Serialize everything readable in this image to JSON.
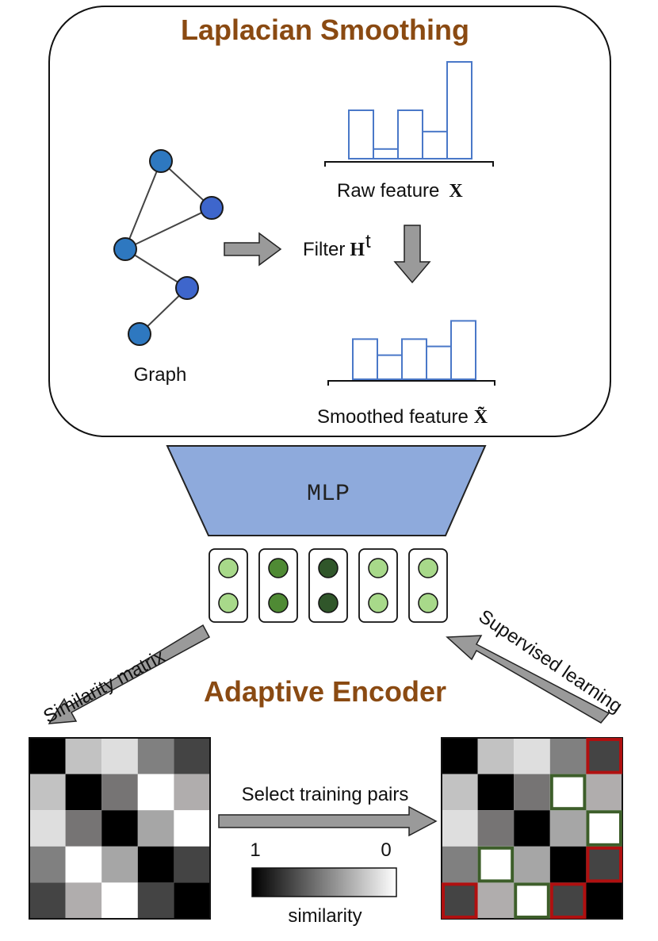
{
  "top_section": {
    "title": "Laplacian Smoothing",
    "graph_label": "Graph",
    "raw_label": "Raw feature",
    "raw_symbol": "X",
    "filter_label": "Filter",
    "filter_symbol": "H",
    "filter_superscript": "t",
    "smoothed_label": "Smoothed feature",
    "smoothed_symbol": "X̃",
    "raw_bars": [
      0.5,
      0.1,
      0.5,
      0.28,
      1.0
    ],
    "smoothed_bars": [
      0.55,
      0.33,
      0.55,
      0.45,
      0.8
    ]
  },
  "mlp": {
    "label": "MLP",
    "color": "#8eaadc"
  },
  "embeddings": {
    "columns": [
      {
        "color": "#a8d98a"
      },
      {
        "color": "#4f8a34"
      },
      {
        "color": "#30562a"
      },
      {
        "color": "#a8d98a"
      },
      {
        "color": "#a8d98a"
      }
    ]
  },
  "bottom_section": {
    "title": "Adaptive Encoder",
    "left_arrow_label": "Similarity matrix",
    "right_arrow_label": "Supervised learning",
    "middle_arrow_label": "Select training pairs",
    "colorbar": {
      "max_label": "1",
      "min_label": "0",
      "caption": "similarity"
    }
  },
  "similarity_matrix": [
    [
      "#000000",
      "#c2c2c2",
      "#dedede",
      "#808080",
      "#444444"
    ],
    [
      "#c2c2c2",
      "#000000",
      "#767474",
      "#ffffff",
      "#b0adad"
    ],
    [
      "#dedede",
      "#767474",
      "#000000",
      "#a6a6a6",
      "#ffffff"
    ],
    [
      "#808080",
      "#ffffff",
      "#a6a6a6",
      "#000000",
      "#444444"
    ],
    [
      "#444444",
      "#b0adad",
      "#ffffff",
      "#444444",
      "#000000"
    ]
  ],
  "selected_pairs": {
    "negative_color": "#b01010",
    "positive_color": "#3d5e2a",
    "negative": [
      [
        0,
        4
      ],
      [
        3,
        4
      ],
      [
        4,
        0
      ],
      [
        4,
        3
      ]
    ],
    "positive": [
      [
        1,
        3
      ],
      [
        2,
        4
      ],
      [
        3,
        1
      ],
      [
        4,
        2
      ]
    ]
  }
}
